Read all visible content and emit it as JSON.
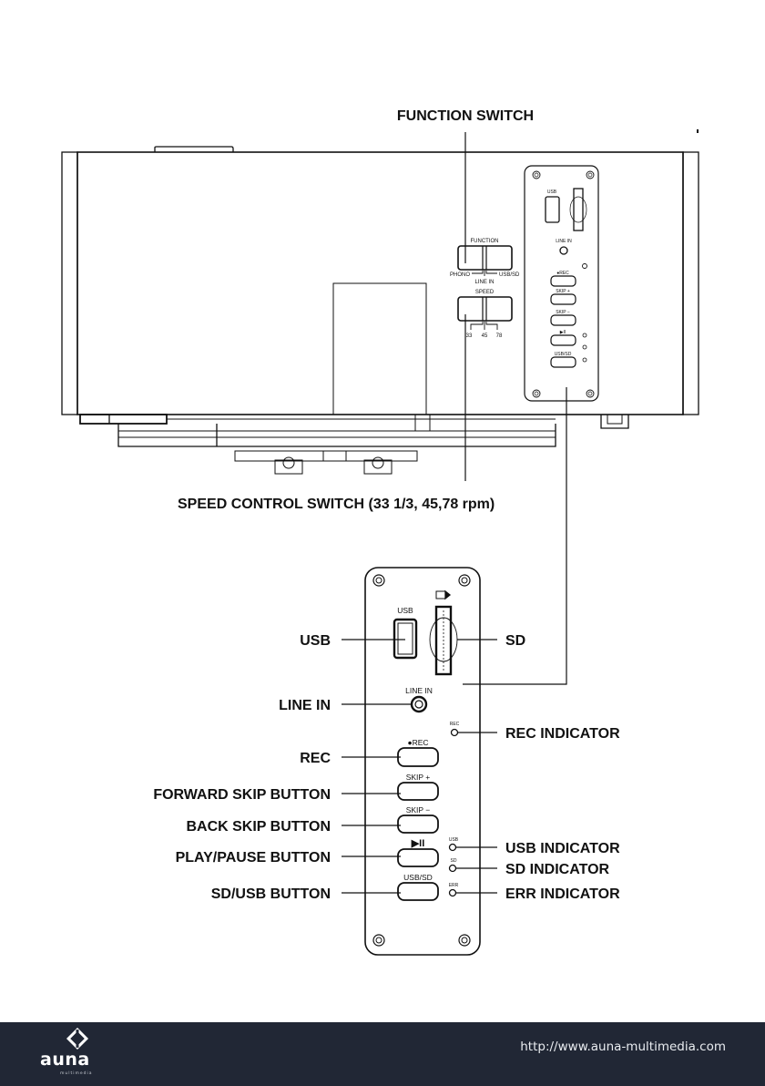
{
  "callouts": {
    "function_switch": "FUNCTION SWITCH",
    "speed_control_switch": "SPEED CONTROL SWITCH (33 1/3, 45,78 rpm)",
    "usb": "USB",
    "sd": "SD",
    "line_in": "LINE IN",
    "rec_indicator": "REC INDICATOR",
    "rec": "REC",
    "forward_skip": "FORWARD SKIP BUTTON",
    "back_skip": "BACK SKIP BUTTON",
    "play_pause": "PLAY/PAUSE BUTTON",
    "usb_indicator": "USB INDICATOR",
    "sd_indicator": "SD INDICATOR",
    "sd_usb_button": "SD/USB BUTTON",
    "err_indicator": "ERR INDICATOR"
  },
  "device": {
    "function_label": "FUNCTION",
    "function_positions": [
      "PHONO",
      "LINE IN",
      "USB/SD"
    ],
    "speed_label": "SPEED",
    "speed_positions": [
      "33",
      "45",
      "78"
    ]
  },
  "panel": {
    "usb_label": "USB",
    "line_in_label": "LINE IN",
    "rec_led_label": "REC",
    "rec_button_label": "●REC",
    "skip_plus_label": "SKIP +",
    "skip_minus_label": "SKIP −",
    "play_pause_label": "▶II",
    "usb_sd_label": "USB/SD",
    "usb_led_label": "USB",
    "sd_led_label": "SD",
    "err_led_label": "ERR"
  },
  "footer": {
    "brand": "auna",
    "brand_sub": "multimedia",
    "url": "http://www.auna-multimedia.com",
    "background": "#212735"
  }
}
